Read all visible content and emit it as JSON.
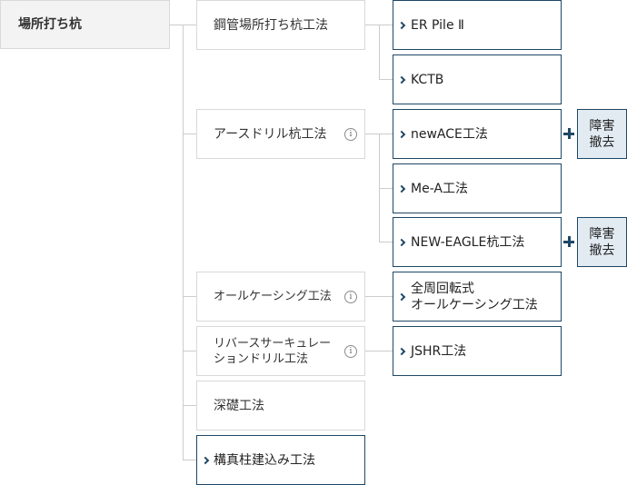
{
  "root": {
    "label": "場所打ち杭"
  },
  "methods": [
    {
      "label": "鋼管場所打ち杭工法"
    },
    {
      "label": "アースドリル杭工法",
      "info_icon": "info-icon"
    },
    {
      "label": "オールケーシング工法",
      "info_icon": "info-icon"
    },
    {
      "label": "リバースサーキュレー\nションドリル工法",
      "info_icon": "info-icon"
    },
    {
      "label": "深礎工法"
    },
    {
      "label": "構真柱建込み工法",
      "link": true
    }
  ],
  "sub_methods": [
    {
      "label": "ER Pile Ⅱ",
      "parent": "鋼管場所打ち杭工法"
    },
    {
      "label": "KCTB",
      "parent": "鋼管場所打ち杭工法"
    },
    {
      "label": "newACE工法",
      "parent": "アースドリル杭工法"
    },
    {
      "label": "Me-A工法",
      "parent": "アースドリル杭工法"
    },
    {
      "label": "NEW-EAGLE杭工法",
      "parent": "アースドリル杭工法"
    },
    {
      "label": "全周回転式\nオールケーシング工法",
      "parent": "オールケーシング工法"
    },
    {
      "label": "JSHR工法",
      "parent": "リバースサーキュレーションドリル工法"
    }
  ],
  "badges": [
    {
      "label": "障害\n撤去",
      "for": "newACE工法"
    },
    {
      "label": "障害\n撤去",
      "for": "NEW-EAGLE杭工法"
    }
  ],
  "icons": {
    "info": "info-icon",
    "arrow": "chevron-right-icon",
    "plus": "plus-icon"
  },
  "colors": {
    "accent": "#1e4766",
    "badge_bg": "#e2ebf2",
    "root_bg": "#f3f3f3",
    "border": "#d9d9d9"
  }
}
